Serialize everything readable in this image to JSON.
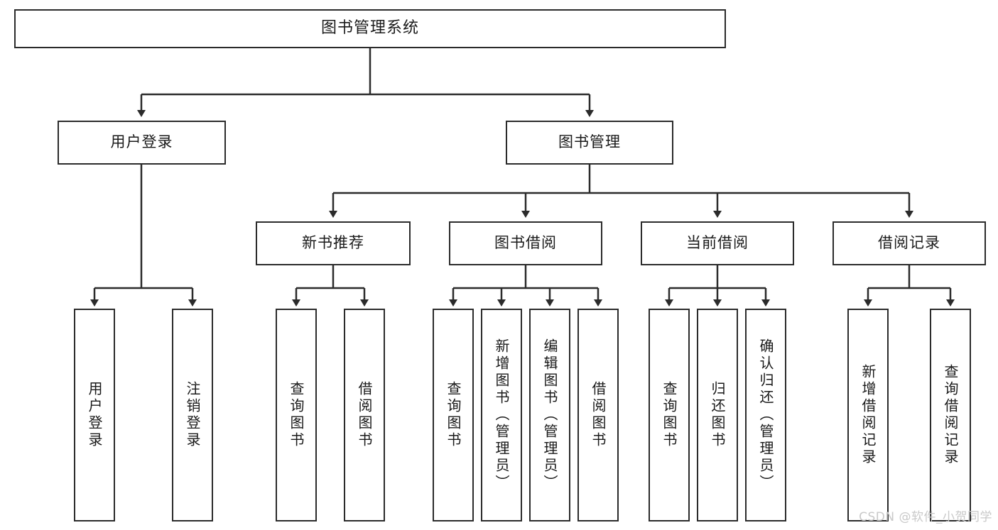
{
  "diagram": {
    "type": "tree",
    "title": "图书管理系统",
    "theme": {
      "background": "#ffffff",
      "box_border": "#2b2b2b",
      "box_fill": "#ffffff",
      "text": "#1a1a1a",
      "edge": "#2b2b2b",
      "watermark": "#c9c9c9"
    },
    "root": {
      "label": "图书管理系统"
    },
    "level1": [
      {
        "label": "用户登录"
      },
      {
        "label": "图书管理"
      }
    ],
    "level2": [
      {
        "label": "新书推荐"
      },
      {
        "label": "图书借阅"
      },
      {
        "label": "当前借阅"
      },
      {
        "label": "借阅记录"
      }
    ],
    "leaves": {
      "user_login": [
        {
          "label": "用户登录"
        },
        {
          "label": "注销登录"
        }
      ],
      "new_book_recommend": [
        {
          "label": "查询图书"
        },
        {
          "label": "借阅图书"
        }
      ],
      "book_borrow": [
        {
          "label": "查询图书"
        },
        {
          "label": "新增图书（管理员）"
        },
        {
          "label": "编辑图书（管理员）"
        },
        {
          "label": "借阅图书"
        }
      ],
      "current_borrow": [
        {
          "label": "查询图书"
        },
        {
          "label": "归还图书"
        },
        {
          "label": "确认归还（管理员）"
        }
      ],
      "borrow_record": [
        {
          "label": "新增借阅记录"
        },
        {
          "label": "查询借阅记录"
        }
      ]
    }
  },
  "watermark": {
    "text": "CSDN @软件_小贺同学"
  }
}
